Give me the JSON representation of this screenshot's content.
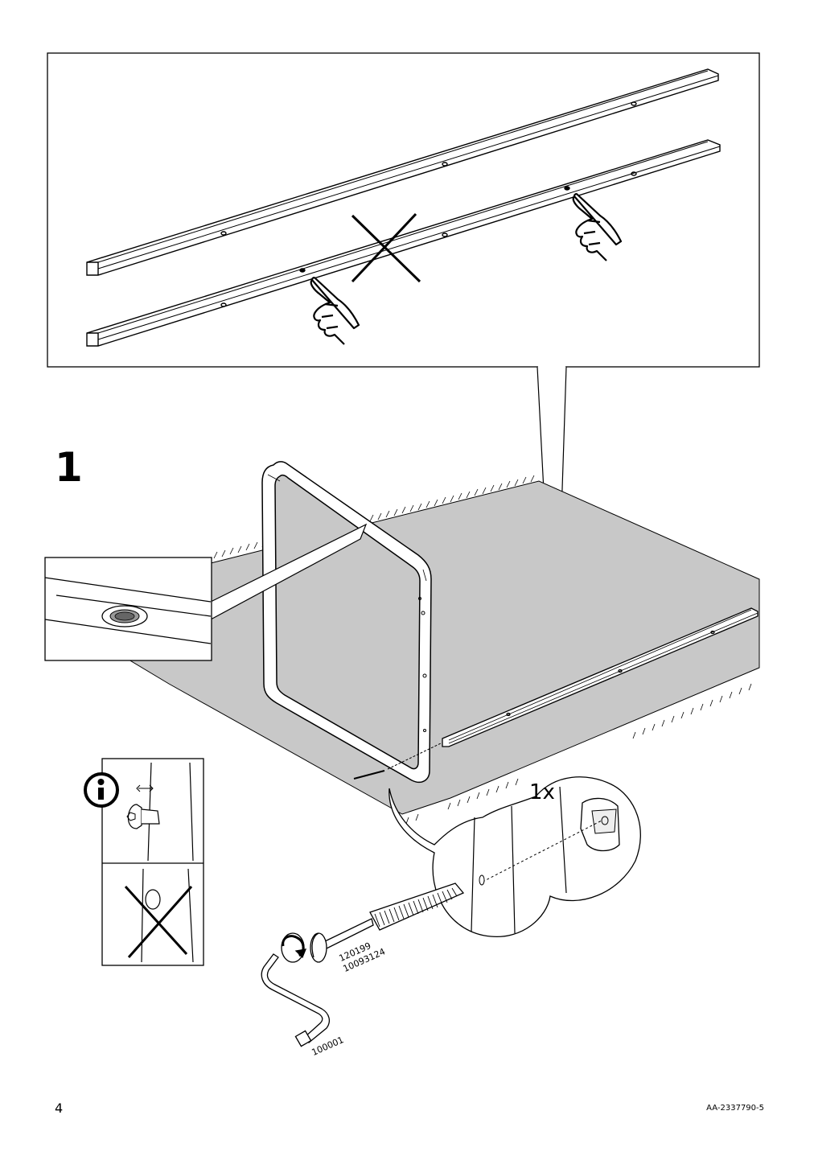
{
  "step": {
    "number": "1"
  },
  "detail": {
    "quantity": "1x"
  },
  "parts": {
    "bolt_code_a": "120199",
    "bolt_code_b": "10093124",
    "key_code": "100001"
  },
  "footer": {
    "page_number": "4",
    "document_id": "AA-2337790-5"
  },
  "icons": [
    "info-icon",
    "wrong-cross-icon",
    "pointing-hand-icon",
    "rotate-arrow-icon"
  ],
  "colors": {
    "line": "#000000",
    "floor": "#c8c8c8",
    "paper": "#ffffff"
  }
}
